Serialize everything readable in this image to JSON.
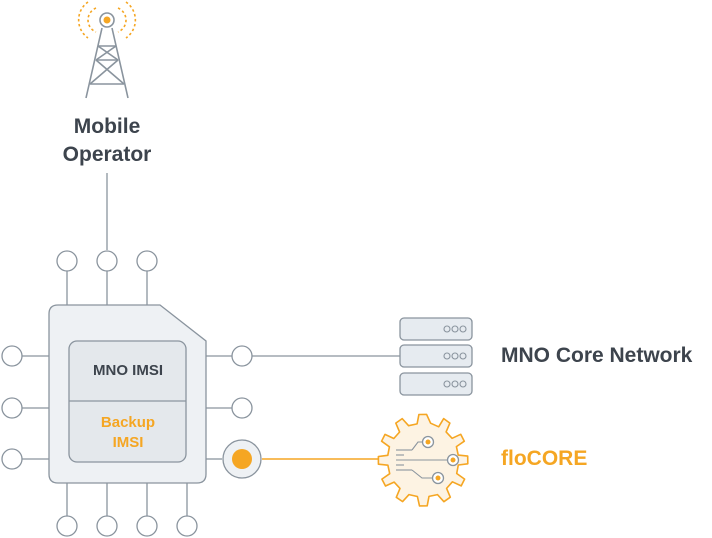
{
  "operator": {
    "label_line1": "Mobile",
    "label_line2": "Operator"
  },
  "sim": {
    "mno_imsi": "MNO IMSI",
    "backup_line1": "Backup",
    "backup_line2": "IMSI"
  },
  "core_network": {
    "label": "MNO Core Network"
  },
  "flocore": {
    "label": "floCORE"
  },
  "colors": {
    "accent": "#f5a623",
    "text": "#3d444d",
    "line": "#8a949e",
    "fill": "#eef1f4",
    "inner_fill": "#e4e8ec"
  }
}
